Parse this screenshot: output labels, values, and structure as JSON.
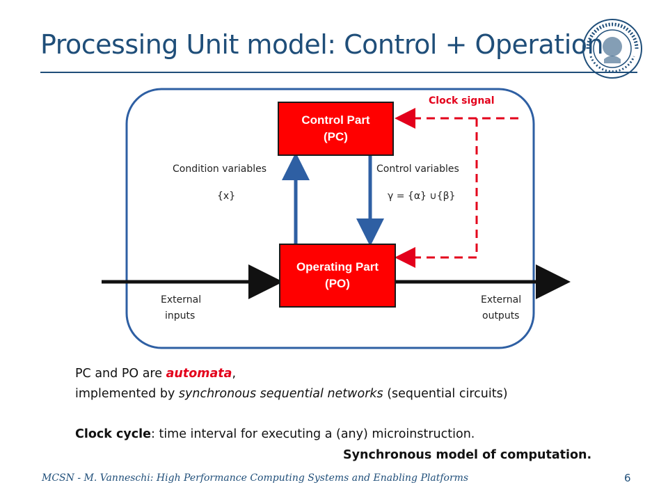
{
  "slide": {
    "title": "Processing Unit model: Control + Operation"
  },
  "diagram": {
    "control_part": {
      "line1": "Control Part",
      "line2": "(PC)"
    },
    "operating_part": {
      "line1": "Operating Part",
      "line2": "(PO)"
    },
    "clock_signal": "Clock signal",
    "condition_variables": "Condition variables",
    "condition_set": "{x}",
    "control_variables": "Control variables",
    "control_set": "γ = {α} ∪{β}",
    "external_inputs_1": "External",
    "external_inputs_2": "inputs",
    "external_outputs_1": "External",
    "external_outputs_2": "outputs"
  },
  "body": {
    "line1_pre": "PC and PO are ",
    "line1_em": "automata",
    "line1_post": ",",
    "line2_pre": "implemented by ",
    "line2_em": "synchronous  sequential networks",
    "line2_post": " (sequential circuits)",
    "line3_bold": "Clock cycle",
    "line3_rest": ": time interval for executing a (any) microinstruction.",
    "line4": "Synchronous model of computation."
  },
  "footer": {
    "text": "MCSN  -    M. Vanneschi: High Performance Computing Systems and Enabling Platforms",
    "page": "6"
  },
  "colors": {
    "accent_blue": "#1f4e79",
    "box_red": "#ff0000",
    "signal_red": "#e3001b",
    "arrow_blue": "#2e5fa3"
  }
}
